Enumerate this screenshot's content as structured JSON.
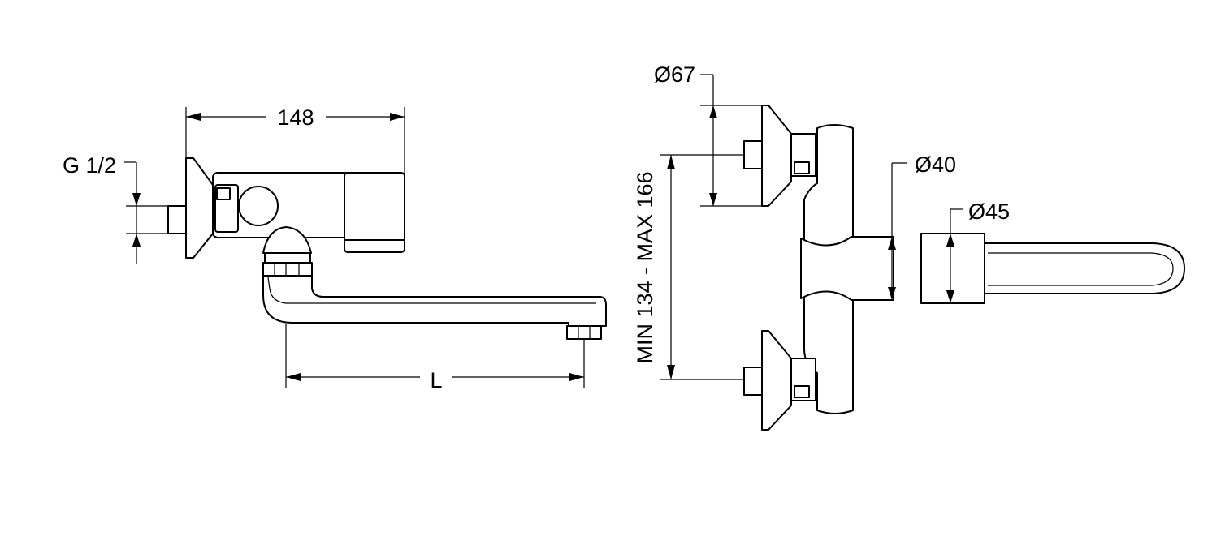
{
  "dimensions": {
    "width_label": "148",
    "thread_label": "G 1/2",
    "length_label": "L",
    "rosette_diameter_label": "Ø67",
    "body_diameter_label": "Ø40",
    "spout_diameter_label": "Ø45",
    "center_distance_label": "MIN 134 - MAX 166"
  }
}
